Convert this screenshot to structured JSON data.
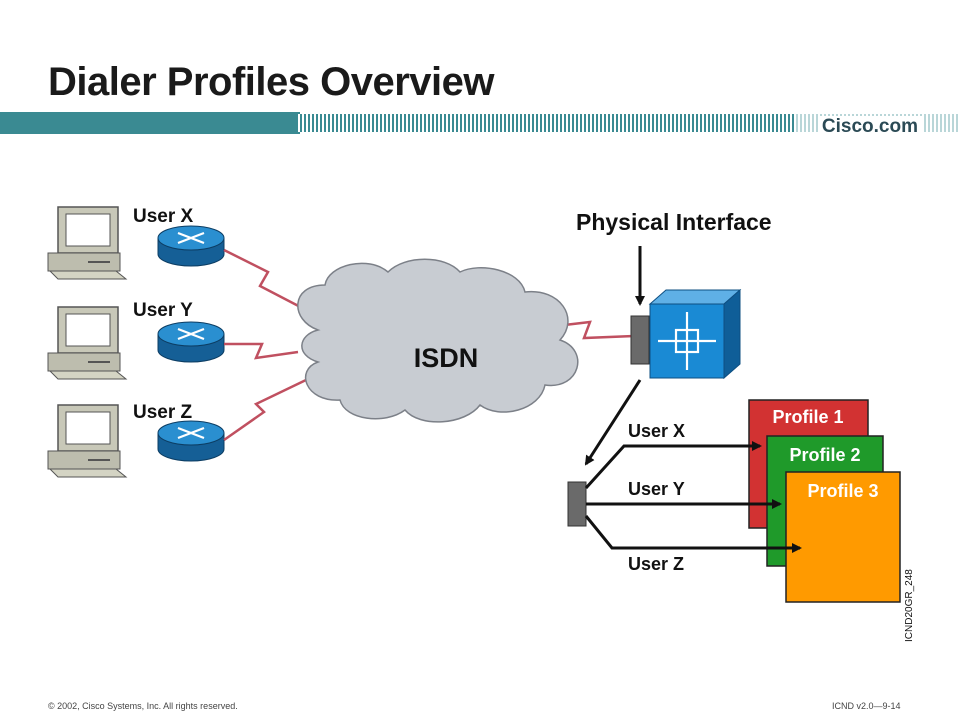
{
  "slide": {
    "title": "Dialer Profiles Overview",
    "brand": "Cisco.com",
    "footer_left": "© 2002, Cisco Systems, Inc. All rights reserved.",
    "footer_right": "ICND v2.0—9-14",
    "figure_id": "ICND20GR_248"
  },
  "diagram": {
    "users": [
      "User X",
      "User Y",
      "User Z"
    ],
    "cloud_label": "ISDN",
    "physical_interface_label": "Physical Interface",
    "profiles": [
      {
        "label": "Profile 1",
        "color": "#d23232"
      },
      {
        "label": "Profile 2",
        "color": "#1f9a2a"
      },
      {
        "label": "Profile 3",
        "color": "#ff9a00"
      }
    ],
    "profile_arrow_labels": [
      "User X",
      "User Y",
      "User Z"
    ],
    "colors": {
      "router_blue": "#1e7fc0",
      "link_red": "#c0505a",
      "header_teal": "#3a8a92",
      "switch_blue": "#1a8ad4"
    }
  }
}
